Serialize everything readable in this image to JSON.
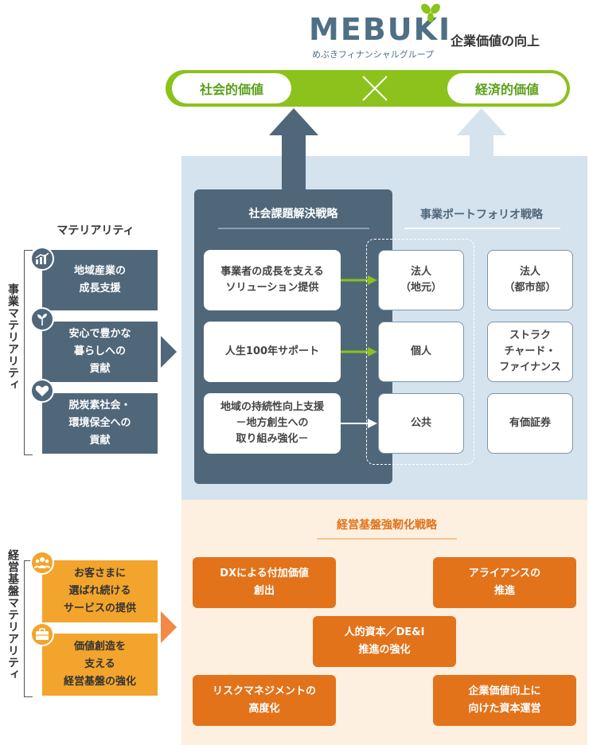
{
  "header": {
    "logo_name": "MEBUKI",
    "logo_sub": "めぶきフィナンシャルグループ",
    "title": "企業価値の向上"
  },
  "values": {
    "social": "社会的価値",
    "economic": "経済的価値"
  },
  "materiality": {
    "title": "マテリアリティ",
    "business_label": "事業マテリアリティ",
    "business_items": [
      {
        "label": "地域産業の\n成長支援",
        "icon": "growth-chart-icon"
      },
      {
        "label": "安心で豊かな\n暮らしへの\n貢献",
        "icon": "sprout-icon"
      },
      {
        "label": "脱炭素社会・\n環境保全への\n貢献",
        "icon": "heart-icon"
      }
    ],
    "management_label": "経営基盤マテリアリティ",
    "management_items": [
      {
        "label": "お客さまに\n選ばれ続ける\nサービスの提供",
        "icon": "people-icon"
      },
      {
        "label": "価値創造を\n支える\n経営基盤の強化",
        "icon": "briefcase-icon"
      }
    ]
  },
  "social_strategy": {
    "title": "社会課題解決戦略",
    "items": [
      "事業者の成長を支える\nソリューション提供",
      "人生100年サポート",
      "地域の持続性向上支援\n－地方創生への\n取り組み強化－"
    ]
  },
  "portfolio": {
    "title": "事業ポートフォリオ戦略",
    "left": [
      "法人\n（地元）",
      "個人",
      "公共"
    ],
    "right": [
      "法人\n（都市部）",
      "ストラク\nチャード・\nファイナンス",
      "有価証券"
    ]
  },
  "management_strategy": {
    "title": "経営基盤強靭化戦略",
    "items": [
      "DXによる付加価値\n創出",
      "アライアンスの\n推進",
      "人的資本／DE&I\n推進の強化",
      "リスクマネジメントの\n高度化",
      "企業価値向上に\n向けた資本運営"
    ]
  },
  "colors": {
    "navy": "#50677a",
    "green": "#8bc21b",
    "light_blue": "#d4e3ee",
    "orange": "#e2731a",
    "amber": "#f2a42c",
    "cream": "#fdf0e1"
  }
}
